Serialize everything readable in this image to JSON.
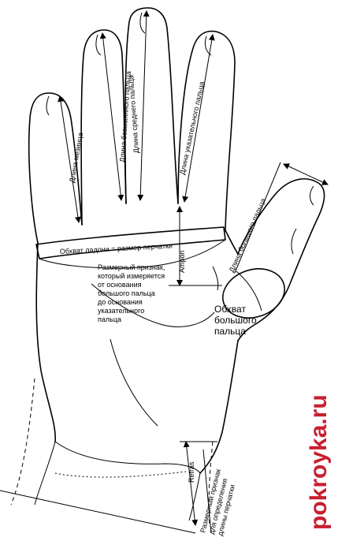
{
  "labels": {
    "little_finger": "Длина мезинца",
    "ring_finger": "Длина безымянного пальца",
    "middle_finger": "Длина среднего пальца",
    "index_finger": "Длина указательного пальца",
    "thumb": "Длина большого пальца",
    "palm_girth": "Обхват ладони = размер перчатки",
    "ampl": "Ampon",
    "thumb_girth_1": "Обхват",
    "thumb_girth_2": "большого",
    "thumb_girth_3": "пальца",
    "note_1": "Размерный признак,",
    "note_2": "который измеряется",
    "note_3": "от основания",
    "note_4": "большого пальца",
    "note_5": "до основания",
    "note_6": "указательного",
    "note_7": "пальца",
    "wrist": "Refras",
    "glove_len_1": "Размерный признак",
    "glove_len_2": "для определения",
    "glove_len_3": "длины перчатки",
    "watermark": "pokroyka.ru"
  },
  "colors": {
    "ink": "#000000",
    "watermark": "#c81f30"
  }
}
